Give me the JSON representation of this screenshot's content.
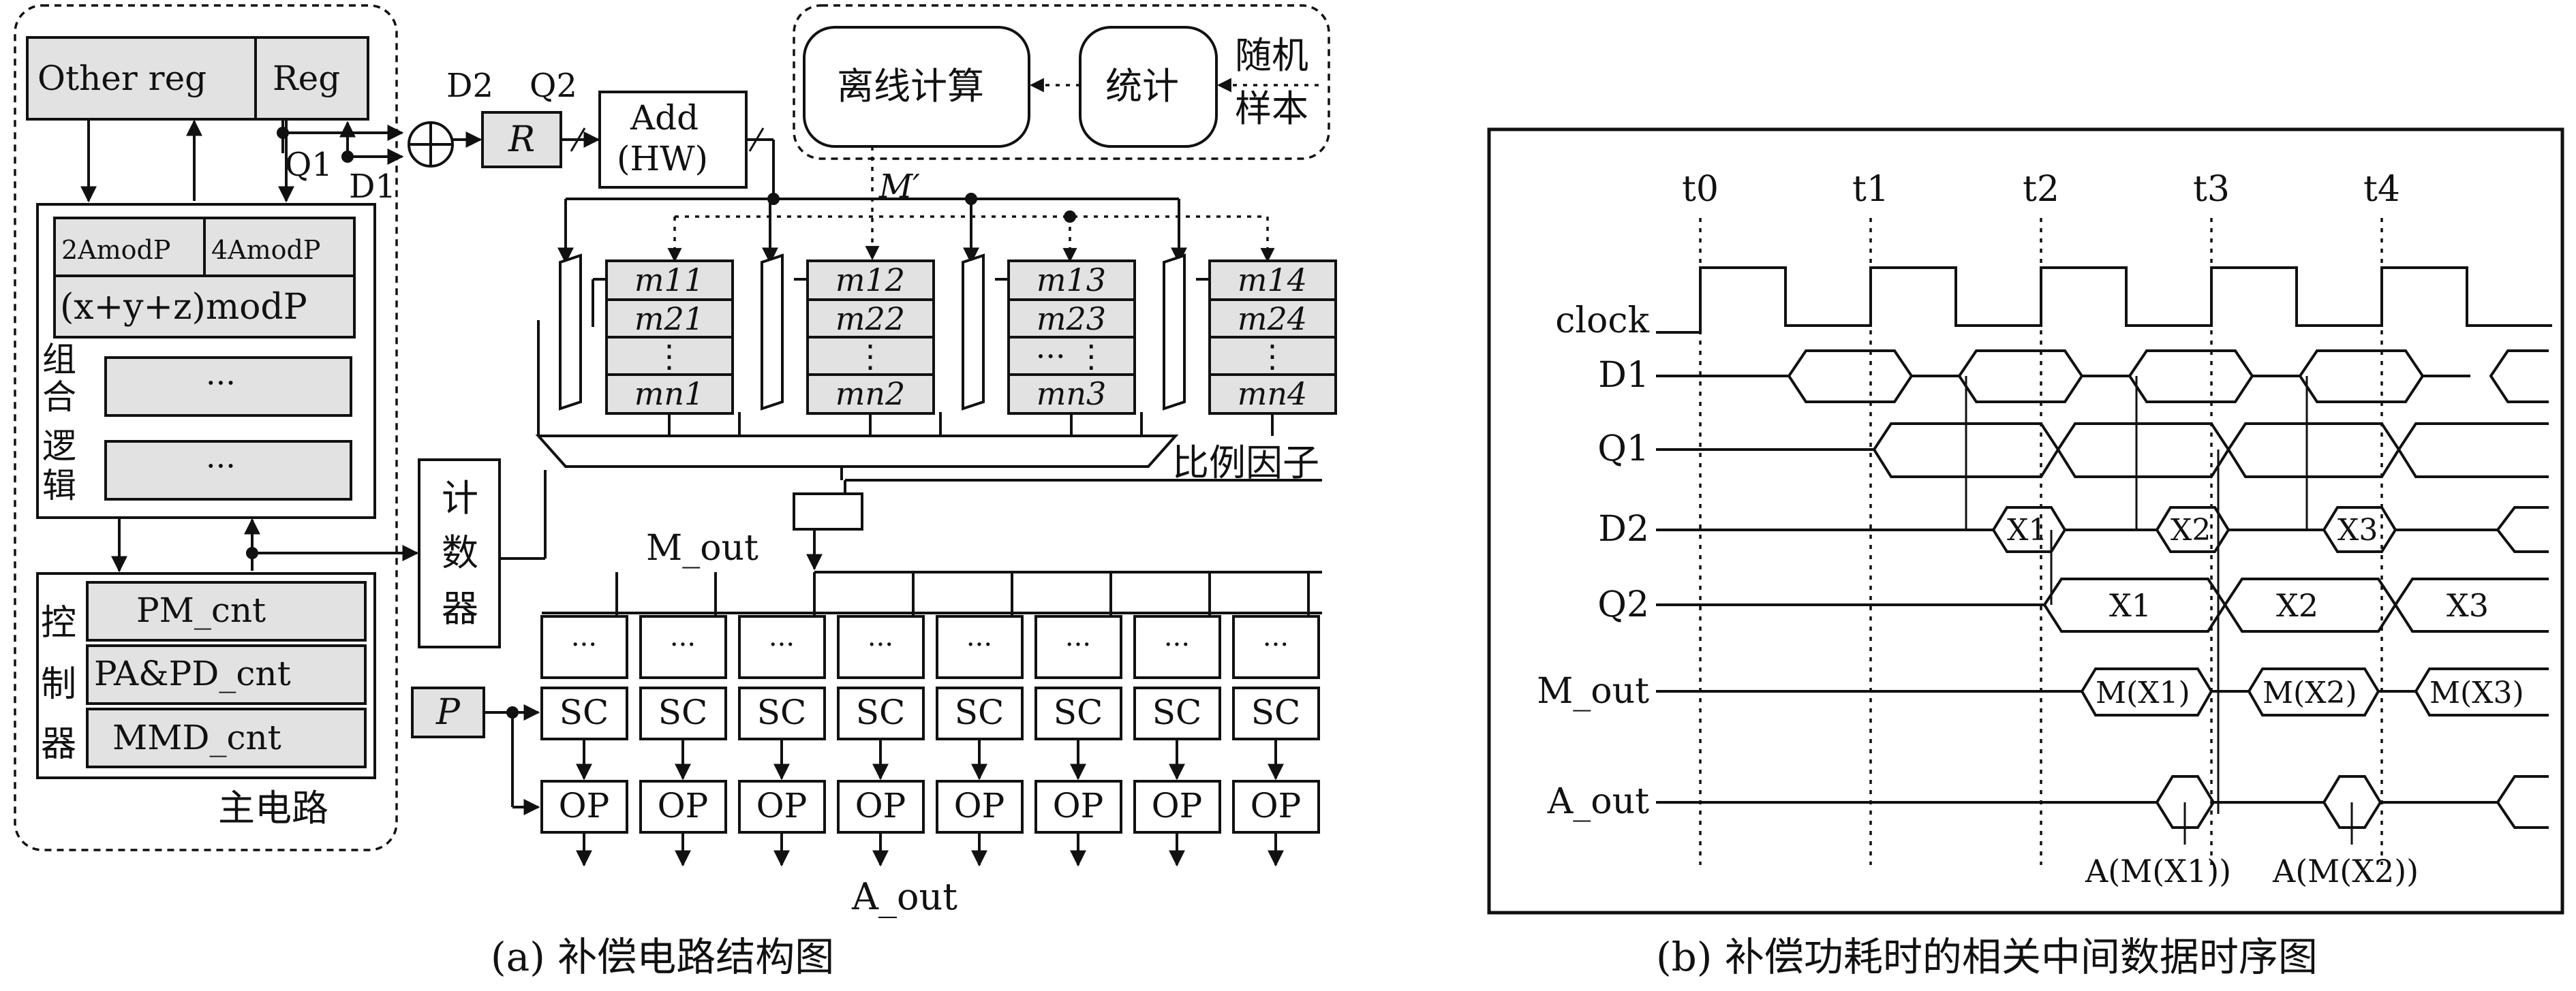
{
  "circuit": {
    "main_circuit_label": "主电路",
    "other_reg": "Other reg",
    "reg": "Reg",
    "mod2": "2AmodP",
    "mod4": "4AmodP",
    "modxyz": "(x+y+z)modP",
    "comb_logic": [
      "组",
      "合",
      "逻",
      "辑"
    ],
    "ellipsis": "···",
    "controller": [
      "控",
      "制",
      "器"
    ],
    "pm_cnt": "PM_cnt",
    "papd_cnt": "PA&PD_cnt",
    "mmd_cnt": "MMD_cnt",
    "q1": "Q1",
    "d1": "D1",
    "d2": "D2",
    "q2": "Q2",
    "r": "R",
    "add_top": "Add",
    "add_bottom": "(HW)",
    "offline": "离线计算",
    "stats": "统计",
    "random": [
      "随机",
      "样本"
    ],
    "m_prime": "M′",
    "counter": [
      "计",
      "数",
      "器"
    ],
    "scale": "比例因子",
    "m_out": "M_out",
    "p": "P",
    "sc": "SC",
    "op": "OP",
    "a_out": "A_out",
    "registers": [
      [
        "m11",
        "m21",
        "⋮",
        "mn1"
      ],
      [
        "m12",
        "m22",
        "⋮",
        "mn2"
      ],
      [
        "m13",
        "m23",
        "···  ⋮",
        "mn3"
      ],
      [
        "m14",
        "m24",
        "⋮",
        "mn4"
      ]
    ],
    "caption": "(a) 补偿电路结构图"
  },
  "timing": {
    "ticks": [
      "t0",
      "t1",
      "t2",
      "t3",
      "t4"
    ],
    "signals": [
      "clock",
      "D1",
      "Q1",
      "D2",
      "Q2",
      "M_out",
      "A_out"
    ],
    "d2_values": [
      "X1",
      "X2",
      "X3"
    ],
    "q2_values": [
      "X1",
      "X2",
      "X3"
    ],
    "mout_values": [
      "M(X1)",
      "M(X2)",
      "M(X3)"
    ],
    "aout_labels": [
      "A(M(X1))",
      "A(M(X2))"
    ],
    "caption": "(b) 补偿功耗时的相关中间数据时序图"
  }
}
